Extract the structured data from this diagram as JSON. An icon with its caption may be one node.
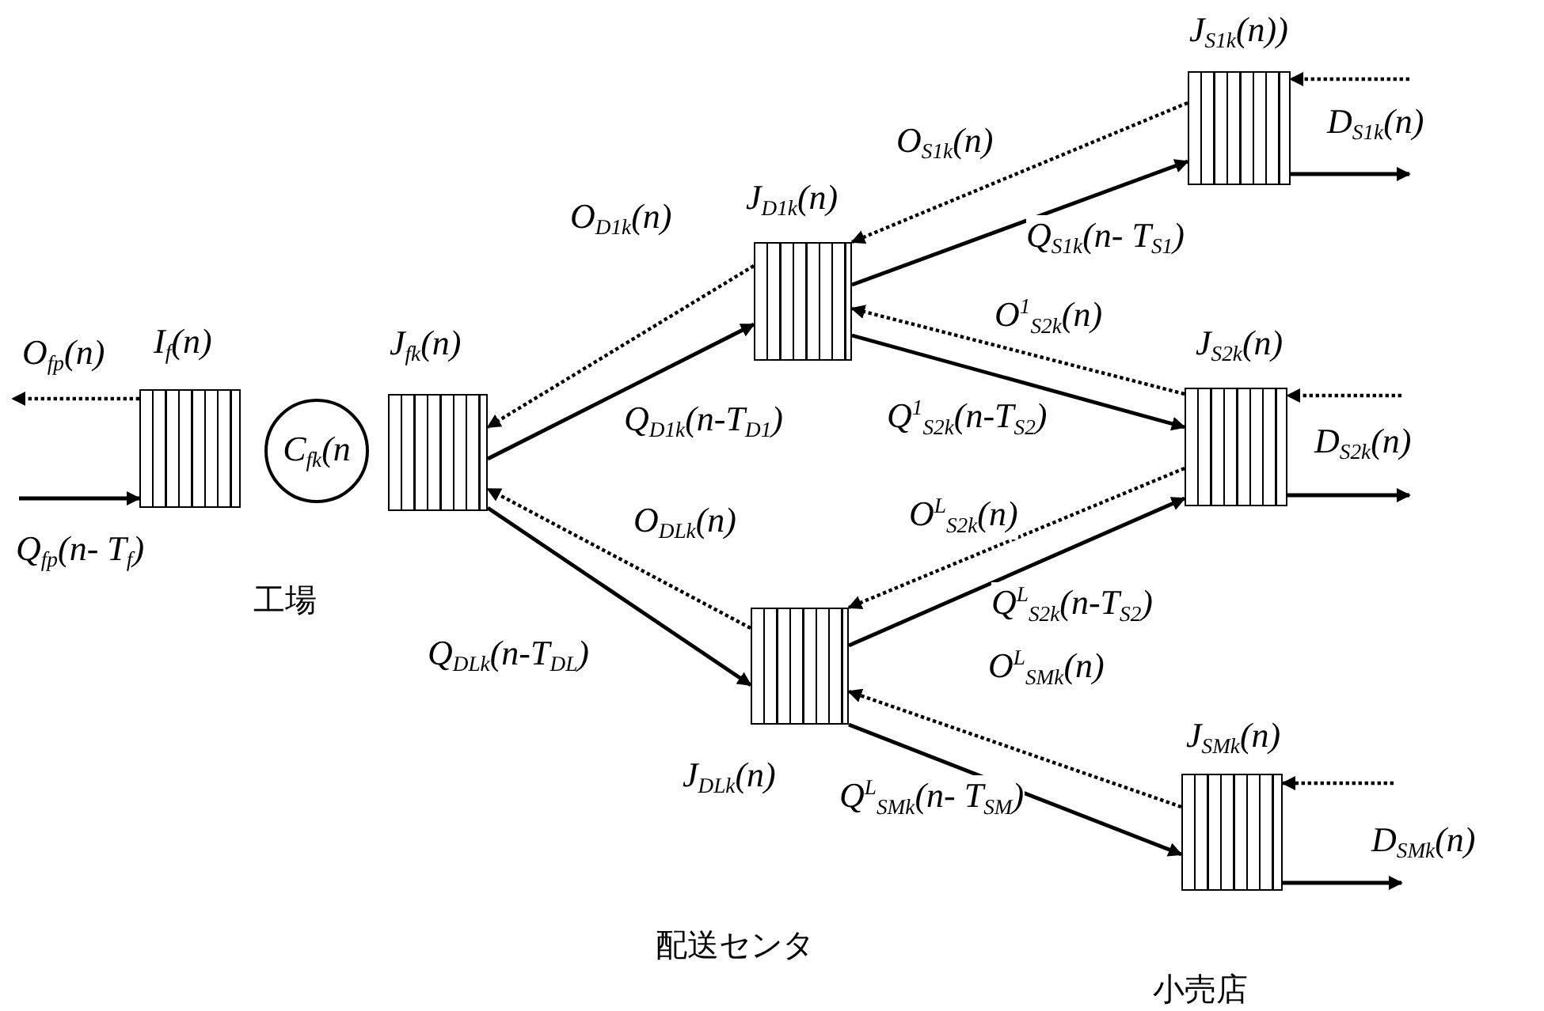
{
  "diagram": {
    "nodes": [
      {
        "text": [
          "I$_{f}$(n)"
        ]
      },
      {
        "text": [
          "C$_{fk}$(n"
        ]
      },
      {
        "text": [
          "J$_{fk}$(n)"
        ]
      },
      {
        "text": [
          "J$_{D1k}$(n)"
        ]
      },
      {
        "text": [
          "J$_{DLk}$(n)"
        ]
      },
      {
        "text": [
          "J$_{S1k}$(n))"
        ]
      },
      {
        "text": [
          "J$_{S2k}$(n)"
        ]
      },
      {
        "text": [
          "J$_{SMk}$(n)"
        ]
      }
    ],
    "edges": [
      {
        "from": 0,
        "to": null,
        "arrow": "to",
        "label": "O$_{fp}$(n)",
        "style": "dashed"
      },
      {
        "from": null,
        "to": 0,
        "arrow": "to",
        "label": "Q$_{fp}$(n- T$_{f}$)"
      },
      {
        "from": 2,
        "to": 3,
        "arrow": "to",
        "label": "Q$_{D1k}$(n-T$_{D1}$)"
      },
      {
        "from": 3,
        "to": 2,
        "arrow": "to",
        "label": "O$_{D1k}$(n)",
        "style": "dashed"
      },
      {
        "from": 2,
        "to": 4,
        "arrow": "to",
        "label": "Q$_{DLk}$(n-T$_{DL}$)"
      },
      {
        "from": 4,
        "to": 2,
        "arrow": "to",
        "label": "O$_{DLk}$(n)",
        "style": "dashed"
      },
      {
        "from": 3,
        "to": 5,
        "arrow": "to",
        "label": "Q$_{S1k}$(n- T$_{S1}$)"
      },
      {
        "from": 5,
        "to": 3,
        "arrow": "to",
        "label": "O$_{S1k}$(n)",
        "style": "dashed"
      },
      {
        "from": 3,
        "to": 6,
        "arrow": "to",
        "label": "Q$^{1}$$_{S2k}$(n-T$_{S2}$)"
      },
      {
        "from": 6,
        "to": 3,
        "arrow": "to",
        "label": "O$^{1}$$_{S2k}$(n)",
        "style": "dashed"
      },
      {
        "from": 4,
        "to": 6,
        "arrow": "to",
        "label": "Q$^{L}$$_{S2k}$(n-T$_{S2}$)"
      },
      {
        "from": 6,
        "to": 4,
        "arrow": "to",
        "label": "O$^{L}$$_{S2k}$(n)",
        "style": "dashed"
      },
      {
        "from": 4,
        "to": 7,
        "arrow": "to",
        "label": "Q$^{L}$$_{SMk}$(n- T$_{SM}$)"
      },
      {
        "from": 7,
        "to": 4,
        "arrow": "to",
        "label": "O$^{L}$$_{SMk}$(n)",
        "style": "dashed"
      },
      {
        "from": null,
        "to": 5,
        "arrow": "to",
        "label": "D$_{S1k}$(n)",
        "style": "dashed"
      },
      {
        "from": 5,
        "to": null,
        "arrow": "to"
      },
      {
        "from": null,
        "to": 6,
        "arrow": "to",
        "label": "D$_{S2k}$(n)",
        "style": "dashed"
      },
      {
        "from": 6,
        "to": null,
        "arrow": "to"
      },
      {
        "from": null,
        "to": 7,
        "arrow": "to",
        "label": "D$_{SMk}$(n)",
        "style": "dashed"
      },
      {
        "from": 7,
        "to": null,
        "arrow": "to"
      }
    ],
    "labels": [
      "工場",
      "配送センタ",
      "小売店"
    ]
  }
}
